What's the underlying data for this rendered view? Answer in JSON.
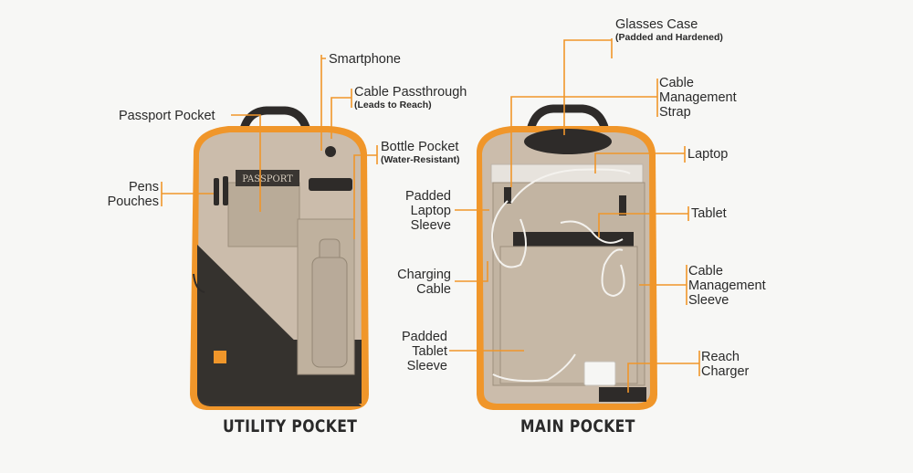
{
  "captions": {
    "utility": "UTILITY POCKET",
    "main": "MAIN POCKET"
  },
  "utility_labels": {
    "passport_pocket": "Passport Pocket",
    "pens": "Pens",
    "pouches": "Pouches",
    "smartphone": "Smartphone",
    "cable_passthrough": "Cable Passthrough",
    "cable_passthrough_sub": "(Leads to Reach)",
    "bottle_pocket": "Bottle Pocket",
    "bottle_pocket_sub": "(Water-Resistant)",
    "passport_text": "PASSPORT"
  },
  "main_labels": {
    "glasses_case": "Glasses Case",
    "glasses_case_sub": "(Padded and Hardened)",
    "cable_mgmt_strap_1": "Cable",
    "cable_mgmt_strap_2": "Management",
    "cable_mgmt_strap_3": "Strap",
    "laptop": "Laptop",
    "padded_laptop_1": "Padded",
    "padded_laptop_2": "Laptop",
    "padded_laptop_3": "Sleeve",
    "tablet": "Tablet",
    "charging_1": "Charging",
    "charging_2": "Cable",
    "cable_mgmt_sleeve_1": "Cable",
    "cable_mgmt_sleeve_2": "Management",
    "cable_mgmt_sleeve_3": "Sleeve",
    "padded_tablet_1": "Padded",
    "padded_tablet_2": "Tablet",
    "padded_tablet_3": "Sleeve",
    "reach_1": "Reach",
    "reach_2": "Charger"
  },
  "colors": {
    "accent": "#f0962a",
    "bag_body": "#c9bba8",
    "bag_dark": "#3a3632",
    "leader": "#f0962a"
  }
}
